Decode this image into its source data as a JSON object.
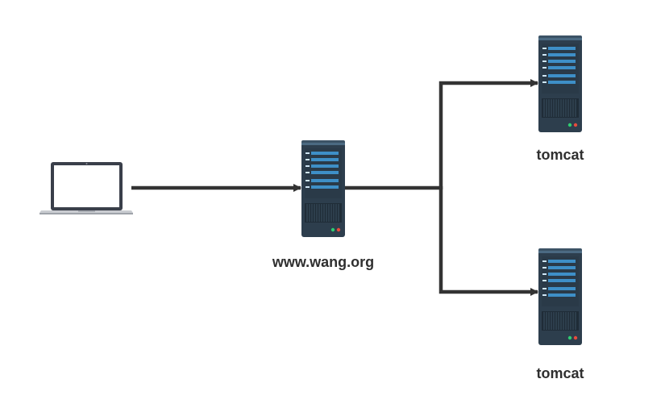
{
  "nodes": {
    "client": {
      "icon": "laptop-icon"
    },
    "proxy": {
      "icon": "server-icon",
      "label": "www.wang.org"
    },
    "backends": [
      {
        "icon": "server-icon",
        "label": "tomcat"
      },
      {
        "icon": "server-icon",
        "label": "tomcat"
      }
    ]
  },
  "edges": [
    {
      "from": "client",
      "to": "proxy"
    },
    {
      "from": "proxy",
      "to": "backends.0"
    },
    {
      "from": "proxy",
      "to": "backends.1"
    }
  ],
  "colors": {
    "arrow": "#333333",
    "server_body": "#2d3e4d",
    "server_panel": "#344a5c",
    "server_bar": "#3e8fc7",
    "laptop_frame": "#3a3f4a",
    "laptop_base": "#c9ccd1",
    "led_green": "#2ecc71",
    "led_red": "#e74c3c",
    "label": "#2f2f2f"
  }
}
